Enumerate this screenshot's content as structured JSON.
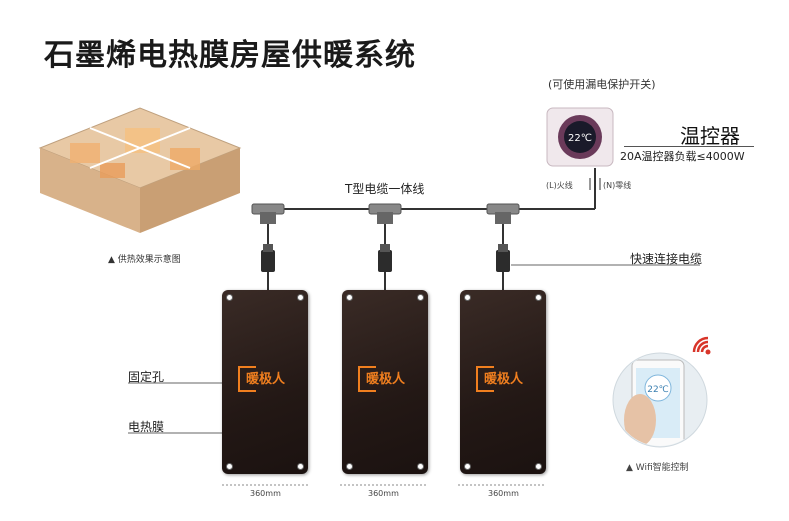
{
  "title": "石墨烯电热膜房屋供暖系统",
  "house_caption": "▲ 供热效果示意图",
  "protection_note": "(可使用漏电保护开关)",
  "thermostat": {
    "label": "温控器",
    "spec": "20A温控器负载≤4000W",
    "display": "22℃",
    "live_label": "(L)火线",
    "neutral_label": "(N)零线"
  },
  "cable_label": "T型电缆一体线",
  "connector_label": "快速连接电缆",
  "fix_hole_label": "固定孔",
  "film_label": "电热膜",
  "panels": [
    {
      "width_label": "360mm",
      "logo": "暖极人"
    },
    {
      "width_label": "360mm",
      "logo": "暖极人"
    },
    {
      "width_label": "360mm",
      "logo": "暖极人"
    }
  ],
  "wifi": {
    "caption": "▲ Wifi智能控制",
    "display": "22℃"
  },
  "colors": {
    "accent": "#f07f1f",
    "panel": "#231815",
    "wire": "#333333",
    "wifi_red": "#d8352a"
  }
}
